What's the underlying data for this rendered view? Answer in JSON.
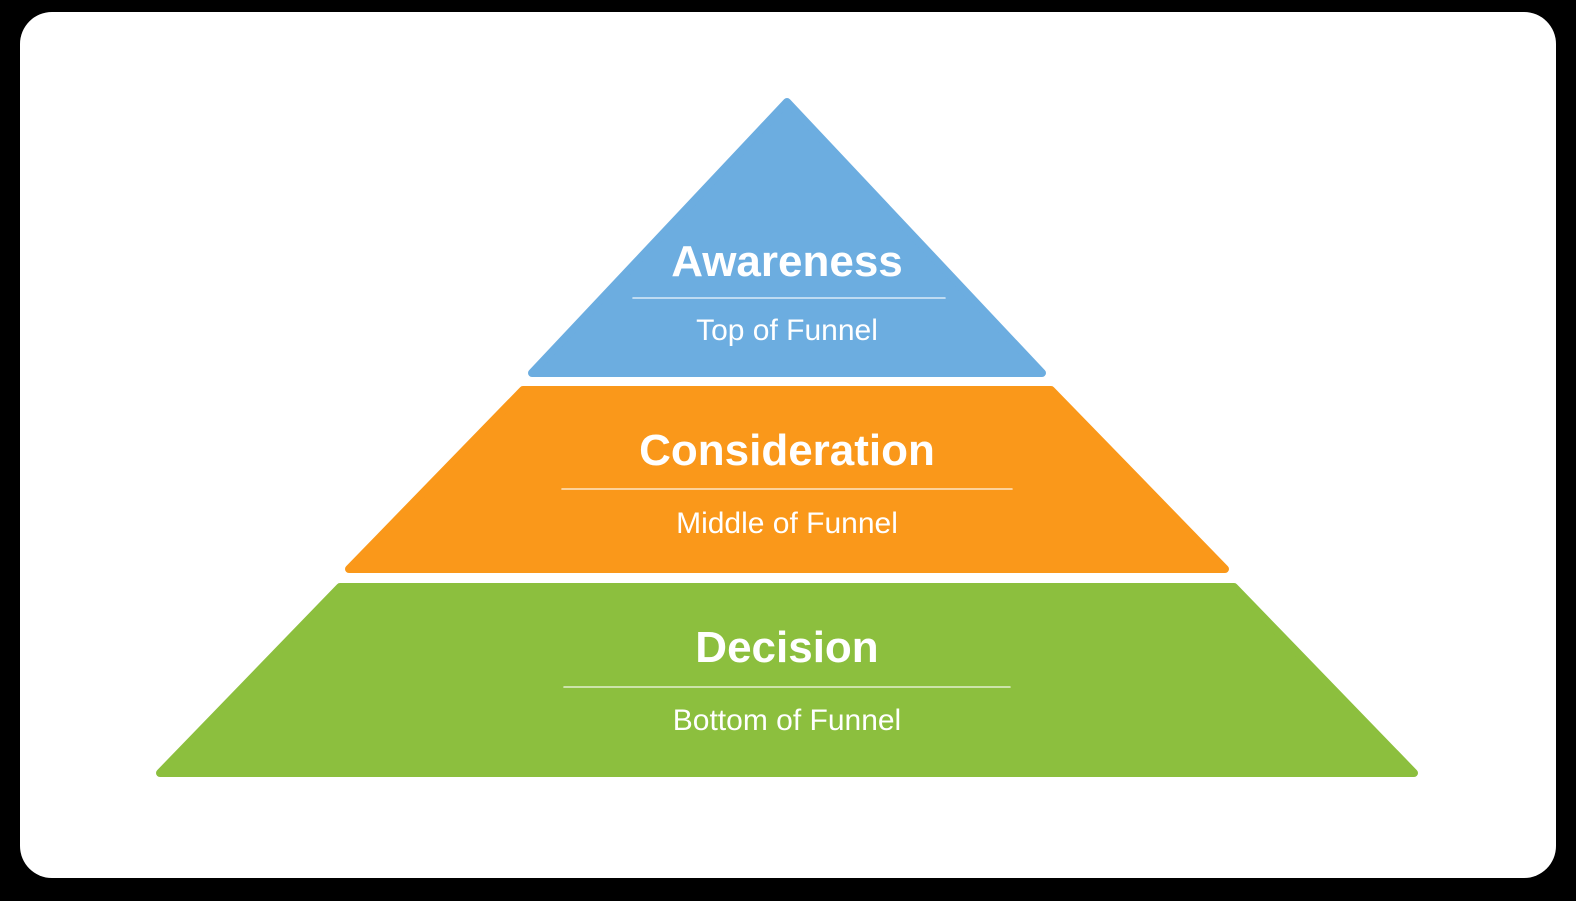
{
  "canvas": {
    "outer_background": "#000000",
    "card_background": "#ffffff"
  },
  "funnel": {
    "type": "pyramid-funnel-diagram",
    "text_color": "#ffffff",
    "divider_color": "rgba(255,255,255,0.75)",
    "tiers": [
      {
        "title": "Awareness",
        "subtitle": "Top of Funnel",
        "color": "#6cade0",
        "position": "top"
      },
      {
        "title": "Consideration",
        "subtitle": "Middle of Funnel",
        "color": "#fa981a",
        "position": "middle"
      },
      {
        "title": "Decision",
        "subtitle": "Bottom of Funnel",
        "color": "#8cbf3e",
        "position": "bottom"
      }
    ]
  }
}
